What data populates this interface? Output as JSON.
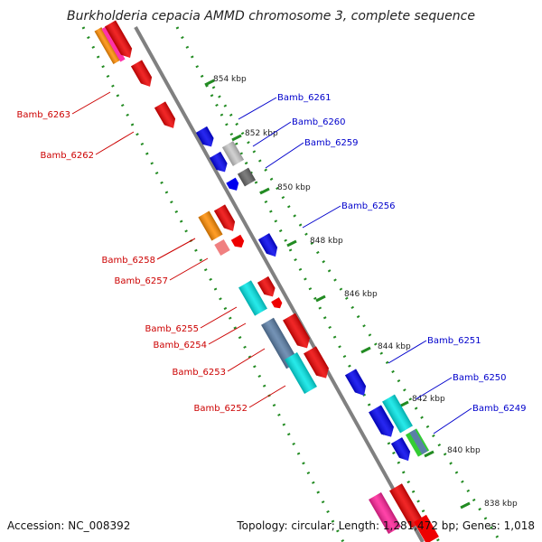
{
  "title": "Burkholderia cepacia AMMD chromosome 3, complete sequence",
  "footer": {
    "accession": "Accession: NC_008392",
    "summary": "Topology: circular; Length: 1,281,472 bp; Genes: 1,018"
  },
  "colors": {
    "forward_label": "#0000cc",
    "reverse_label": "#cc0000",
    "backbone": "#808080",
    "tick": "#228b22"
  },
  "ticks": [
    "854 kbp",
    "852 kbp",
    "850 kbp",
    "848 kbp",
    "846 kbp",
    "844 kbp",
    "842 kbp",
    "840 kbp",
    "838 kbp"
  ],
  "forward_labels": [
    "Bamb_6261",
    "Bamb_6260",
    "Bamb_6259",
    "Bamb_6256",
    "Bamb_6251",
    "Bamb_6250",
    "Bamb_6249"
  ],
  "reverse_labels": [
    "Bamb_6263",
    "Bamb_6262",
    "Bamb_6258",
    "Bamb_6257",
    "Bamb_6255",
    "Bamb_6254",
    "Bamb_6253",
    "Bamb_6252"
  ]
}
